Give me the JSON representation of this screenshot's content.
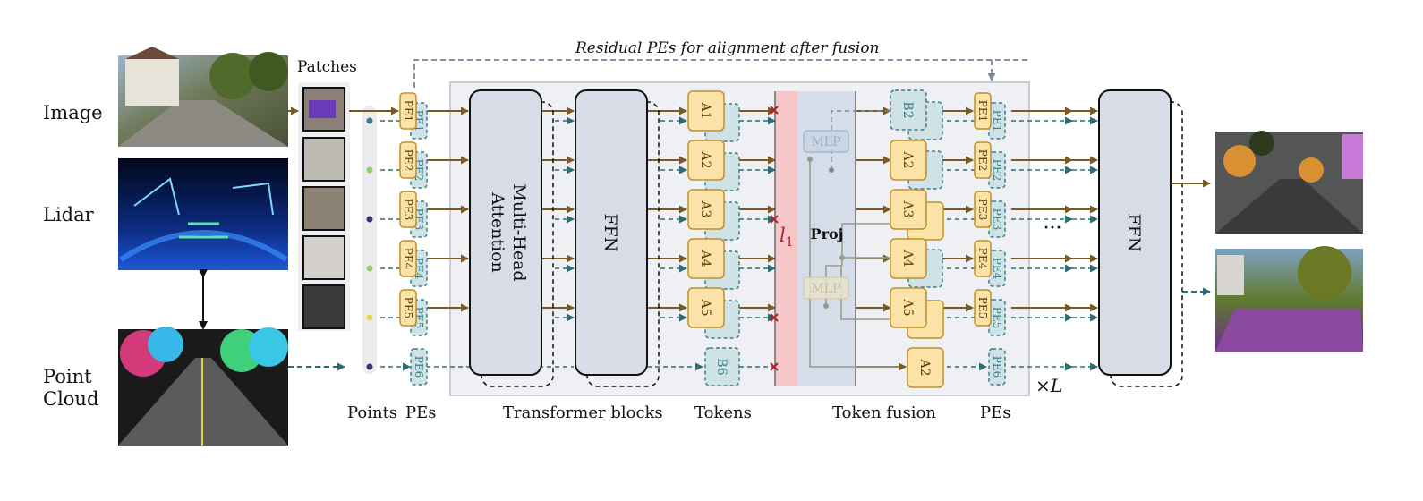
{
  "inputs": {
    "image_label": "Image",
    "lidar_label": "Lidar",
    "point_cloud_line1": "Point",
    "point_cloud_line2": "Cloud"
  },
  "patches_label": "Patches",
  "residual_label": "Residual PEs for alignment after fusion",
  "mha_label_line1": "Multi-Head",
  "mha_label_line2": "Attention",
  "ffn_label": "FFN",
  "ffn_out_label": "FFN",
  "proj_label": "Proj",
  "mlp_label": "MLP",
  "l1_base": "l",
  "l1_sub": "1",
  "ellipsis": "···",
  "times_l": "×L",
  "pe_left": [
    "PE1",
    "PE2",
    "PE3",
    "PE4",
    "PE5"
  ],
  "pe_shadow": [
    "PE1",
    "PE2",
    "PE3",
    "PE4",
    "PE5",
    "PE6"
  ],
  "tokens_a": [
    "A1",
    "A2",
    "A3",
    "A4",
    "A5"
  ],
  "token_b6": "B6",
  "fused_tokens": [
    "B2",
    "A2",
    "A3",
    "A4",
    "A5",
    "A2"
  ],
  "bottom_labels": {
    "points": "Points",
    "pes": "PEs",
    "transformer": "Transformer blocks",
    "tokens": "Tokens",
    "fusion": "Token fusion",
    "pes_right": "PEs"
  },
  "colors": {
    "token_fill": "#fbe2a6",
    "token_stroke": "#c08f2a",
    "pe_shadow_fill": "#cfe2e6",
    "pe_shadow_stroke": "#3e7d87",
    "block_fill": "#d8dce6",
    "panel_fill": "#eef0f4",
    "arrow_brown": "#7a5a22",
    "arrow_teal": "#2f6b73",
    "pink_band": "#f6c6c8",
    "blue_band": "#d5dde9"
  }
}
